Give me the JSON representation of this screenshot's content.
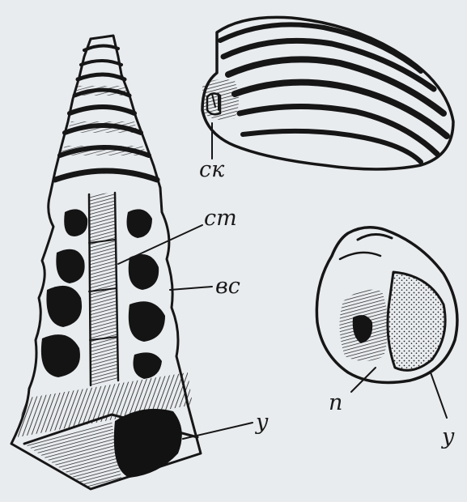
{
  "figure": {
    "labels": {
      "clam_hinge": "ск",
      "tower_columella": "ст",
      "tower_inner_wall": "вс",
      "tower_mouth": "у",
      "snail_cap": "п",
      "snail_mouth": "у"
    },
    "colors": {
      "paper": "#e9ecef",
      "ink": "#161616"
    }
  }
}
